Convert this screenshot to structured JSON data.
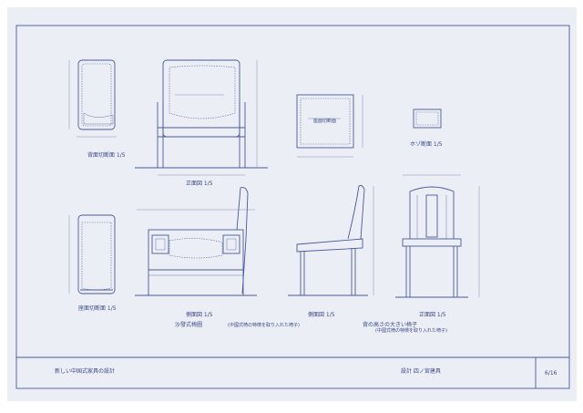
{
  "sheet": {
    "page_number": "6/16",
    "colors": {
      "paper": "#e9ebf5",
      "ink": "#4a5a96",
      "line": "#3a4a86"
    }
  },
  "views": {
    "sofa": {
      "side_section_label": "背面切断面 1/5",
      "front_label": "正面図 1/5",
      "seat_section_label": "座面切断面 1/5",
      "side_label": "側面図 1/5",
      "title": "沙發式椅圖",
      "note": "(中國式椅の特徴を取り入れた椅子)"
    },
    "cushion": {
      "detail_label": "座面切断面"
    },
    "chair": {
      "small_detail_label": "ホゾ断面 1/5",
      "side_label": "側面図 1/5",
      "title": "背の高さの大きい椅子",
      "note": "(中國式椅の特徴を取り入れた椅子)",
      "front_label": "正面図 1/5"
    }
  },
  "title_block": {
    "project": "新しい中国式家具の設計",
    "designer": "設計 四ノ宮建具"
  }
}
